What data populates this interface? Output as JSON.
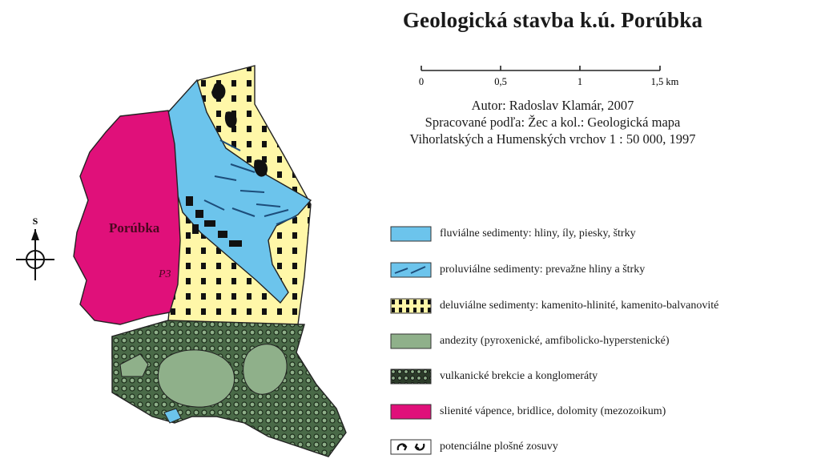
{
  "title": "Geologická stavba k.ú. Porúbka",
  "scale": {
    "ticks": [
      "0",
      "0,5",
      "1",
      "1,5 km"
    ]
  },
  "credits": {
    "author": "Autor: Radoslav Klamár, 2007",
    "source_line1": "Spracované podľa:  Žec a kol.: Geologická mapa",
    "source_line2": "Vihorlatských a Humenských vrchov 1 : 50 000, 1997"
  },
  "north_arrow": {
    "letter": "S",
    "icon": "north-arrow-icon"
  },
  "map": {
    "place_name": "Porúbka",
    "annotation": "P3"
  },
  "colors": {
    "fluvial": "#6cc4ec",
    "proluvial": "#6cc4ec",
    "deluvial": "#fff7a8",
    "andesite": "#8fb08a",
    "breccia": "#4a6a48",
    "limestone": "#e0107a",
    "landslide": "#111111"
  },
  "legend": [
    {
      "key": "fluvial",
      "label": "fluviálne sedimenty: hliny, íly, piesky, štrky"
    },
    {
      "key": "proluvial",
      "label": "proluviálne sedimenty: prevažne hliny a štrky"
    },
    {
      "key": "deluvial",
      "label": "deluviálne sedimenty: kamenito-hlinité, kamenito-balvanovité"
    },
    {
      "key": "andesite",
      "label": "andezity (pyroxenické, amfibolicko-hyperstenické)"
    },
    {
      "key": "breccia",
      "label": "vulkanické brekcie a konglomeráty"
    },
    {
      "key": "limestone",
      "label": "slienité vápence, bridlice, dolomity (mezozoikum)"
    },
    {
      "key": "landslide",
      "label": "potenciálne plošné zosuvy"
    }
  ]
}
